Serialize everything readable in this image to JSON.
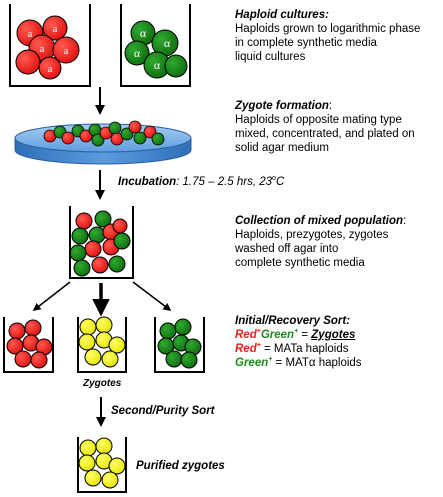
{
  "figure": {
    "step1": {
      "title": "Haploid cultures:",
      "lines": [
        "Haploids grown to logarithmic phase",
        "in complete synthetic media",
        "liquid cultures"
      ],
      "left_cell_label": "a",
      "right_cell_label": "α"
    },
    "step2": {
      "title": "Zygote formation",
      "title_colon": ":",
      "lines": [
        "Haploids of opposite mating type",
        "mixed, concentrated, and plated on",
        "solid agar medium"
      ]
    },
    "incubation": {
      "label": "Incubation",
      "rest": ": 1.75 – 2.5 hrs, 23",
      "deg": "o",
      "unit": "C"
    },
    "step3": {
      "title": "Collection of mixed population",
      "title_colon": ":",
      "lines": [
        "Haploids, prezygotes, zygotes",
        "washed off agar into",
        "complete synthetic media"
      ]
    },
    "sort1": {
      "title": "Initial/Recovery Sort:",
      "row1": {
        "red": "Red",
        "red_sup": "+",
        "green": "Green",
        "green_sup": "+",
        "eq": " = ",
        "result": "Zygotes"
      },
      "row2": {
        "red": "Red",
        "sup": "+",
        "rest": " = MATa haploids"
      },
      "row3": {
        "green": "Green",
        "sup": "+",
        "rest": " = MATα haploids"
      }
    },
    "zygotes_label": "Zygotes",
    "second_sort_label": "Second/Purity Sort",
    "purified_label": "Purified zygotes",
    "colors": {
      "red": "#e8231f",
      "green": "#1f8a1f",
      "yellow": "#f5f500",
      "dish": "#4a90d9",
      "outline": "#000000"
    }
  }
}
